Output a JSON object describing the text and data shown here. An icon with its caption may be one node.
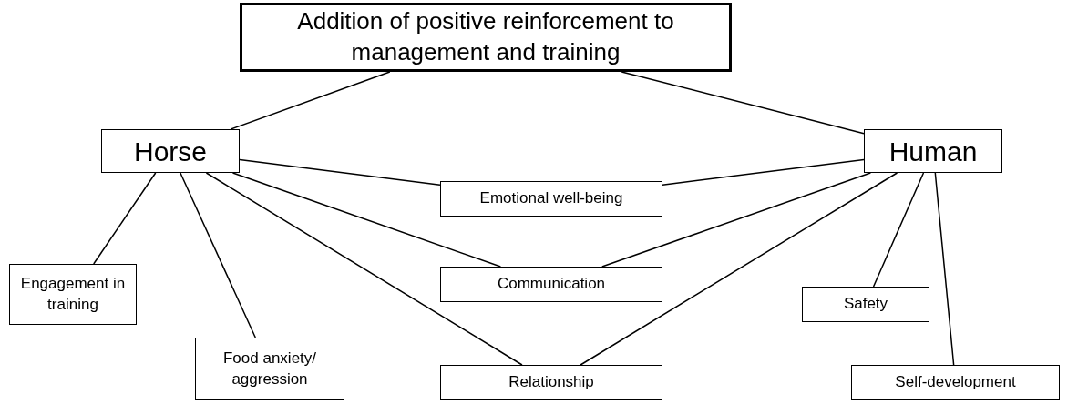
{
  "diagram": {
    "nodes": [
      {
        "text": [
          "Addition of positive reinforcement to management and training"
        ]
      },
      {
        "text": [
          "Horse"
        ]
      },
      {
        "text": [
          "Human"
        ]
      },
      {
        "text": [
          "Emotional well-being"
        ]
      },
      {
        "text": [
          "Engagement in training"
        ]
      },
      {
        "text": [
          "Communication"
        ]
      },
      {
        "text": [
          "Safety"
        ]
      },
      {
        "text": [
          "Food anxiety/ aggression"
        ]
      },
      {
        "text": [
          "Relationship"
        ]
      },
      {
        "text": [
          "Self-development"
        ]
      }
    ],
    "edges": [
      {
        "from": 0,
        "to": 1,
        "arrow": "none"
      },
      {
        "from": 0,
        "to": 2,
        "arrow": "none"
      },
      {
        "from": 1,
        "to": 3,
        "arrow": "none"
      },
      {
        "from": 1,
        "to": 5,
        "arrow": "none"
      },
      {
        "from": 1,
        "to": 8,
        "arrow": "none"
      },
      {
        "from": 1,
        "to": 4,
        "arrow": "none"
      },
      {
        "from": 1,
        "to": 7,
        "arrow": "none"
      },
      {
        "from": 2,
        "to": 3,
        "arrow": "none"
      },
      {
        "from": 2,
        "to": 5,
        "arrow": "none"
      },
      {
        "from": 2,
        "to": 8,
        "arrow": "none"
      },
      {
        "from": 2,
        "to": 6,
        "arrow": "none"
      },
      {
        "from": 2,
        "to": 9,
        "arrow": "none"
      }
    ]
  }
}
